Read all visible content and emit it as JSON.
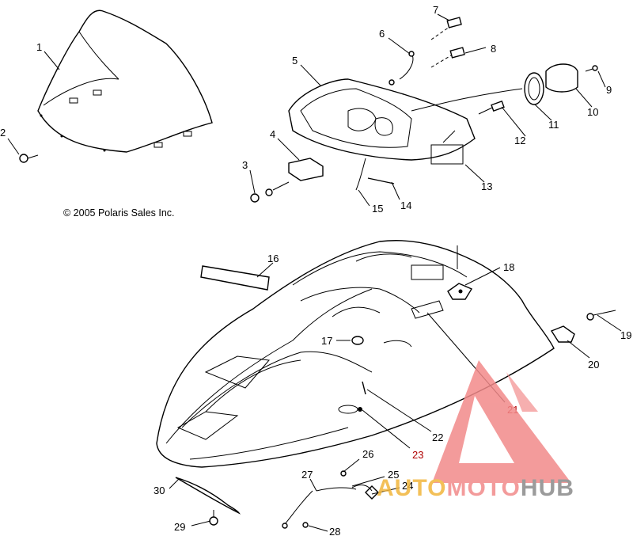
{
  "copyright": "© 2005 Polaris Sales Inc.",
  "callouts": [
    {
      "id": "1",
      "label": "1"
    },
    {
      "id": "2",
      "label": "2"
    },
    {
      "id": "3",
      "label": "3"
    },
    {
      "id": "4",
      "label": "4"
    },
    {
      "id": "5",
      "label": "5"
    },
    {
      "id": "6",
      "label": "6"
    },
    {
      "id": "7",
      "label": "7"
    },
    {
      "id": "8",
      "label": "8"
    },
    {
      "id": "9",
      "label": "9"
    },
    {
      "id": "10",
      "label": "10"
    },
    {
      "id": "11",
      "label": "11"
    },
    {
      "id": "12",
      "label": "12"
    },
    {
      "id": "13",
      "label": "13"
    },
    {
      "id": "14",
      "label": "14"
    },
    {
      "id": "15",
      "label": "15"
    },
    {
      "id": "16",
      "label": "16"
    },
    {
      "id": "17",
      "label": "17"
    },
    {
      "id": "18",
      "label": "18"
    },
    {
      "id": "19",
      "label": "19"
    },
    {
      "id": "20",
      "label": "20"
    },
    {
      "id": "21",
      "label": "21"
    },
    {
      "id": "22",
      "label": "22"
    },
    {
      "id": "23",
      "label": "23"
    },
    {
      "id": "24",
      "label": "24"
    },
    {
      "id": "25",
      "label": "25"
    },
    {
      "id": "26",
      "label": "26"
    },
    {
      "id": "27",
      "label": "27"
    },
    {
      "id": "28",
      "label": "28"
    },
    {
      "id": "29",
      "label": "29"
    },
    {
      "id": "30",
      "label": "30"
    }
  ],
  "watermark": {
    "part1": "AUTO",
    "part2": "MOTO",
    "part3": "HUB",
    "colors": {
      "auto": "#f2b63c",
      "moto": "#f28a8a",
      "hub": "#8a8a8a",
      "triangle": "#f28a8a"
    }
  }
}
